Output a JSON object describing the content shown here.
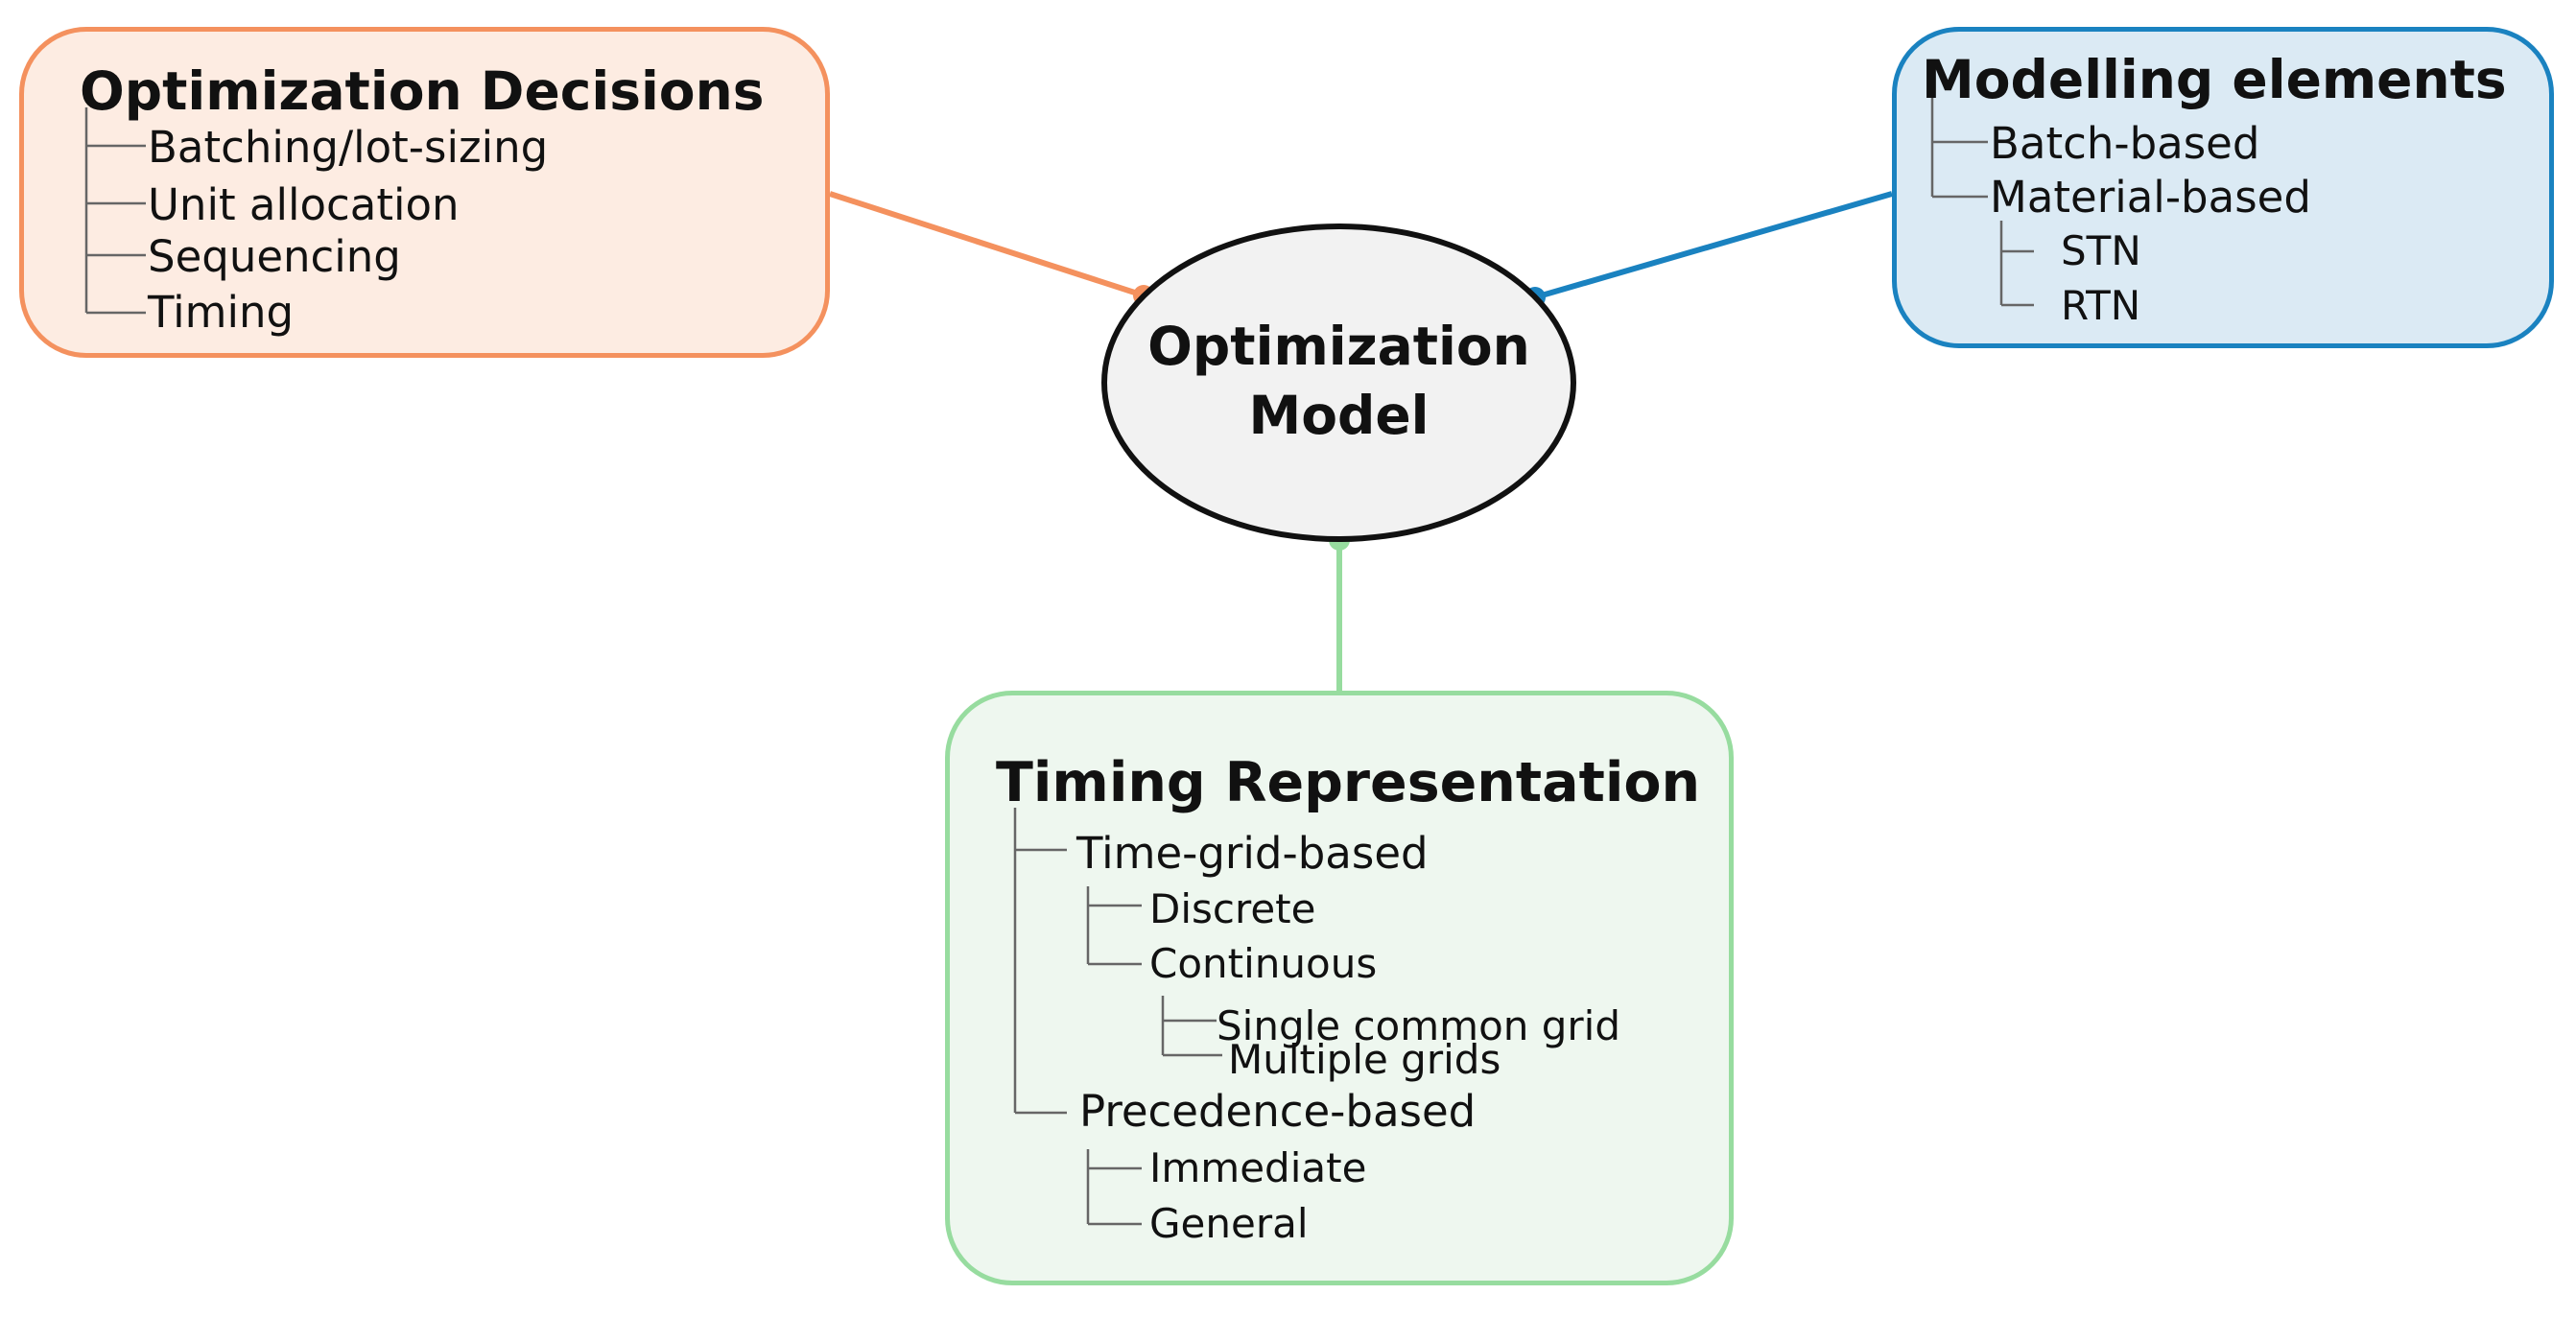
{
  "diagram": {
    "center": {
      "label_line1": "Optimization",
      "label_line2": "Model",
      "fill_color": "#f2f2f2",
      "border_color": "#111111"
    },
    "nodes": [
      {
        "id": "optimization-decisions",
        "title": "Optimization Decisions",
        "border_color": "#f4915e",
        "fill_color": "#fdece2",
        "items": [
          "Batching/lot-sizing",
          "Unit allocation",
          "Sequencing",
          "Timing"
        ]
      },
      {
        "id": "modelling-elements",
        "title": "Modelling elements",
        "border_color": "#1a82c0",
        "fill_color": "#dbeaf4",
        "items": [
          "Batch-based",
          "Material-based",
          "STN",
          "RTN"
        ]
      },
      {
        "id": "timing-representation",
        "title": "Timing Representation",
        "border_color": "#97dc9f",
        "fill_color": "#eef7ef",
        "items": [
          "Time-grid-based",
          "Discrete",
          "Continuous",
          "Single common grid",
          "Multiple grids",
          "Precedence-based",
          "Immediate",
          "General"
        ]
      }
    ]
  }
}
